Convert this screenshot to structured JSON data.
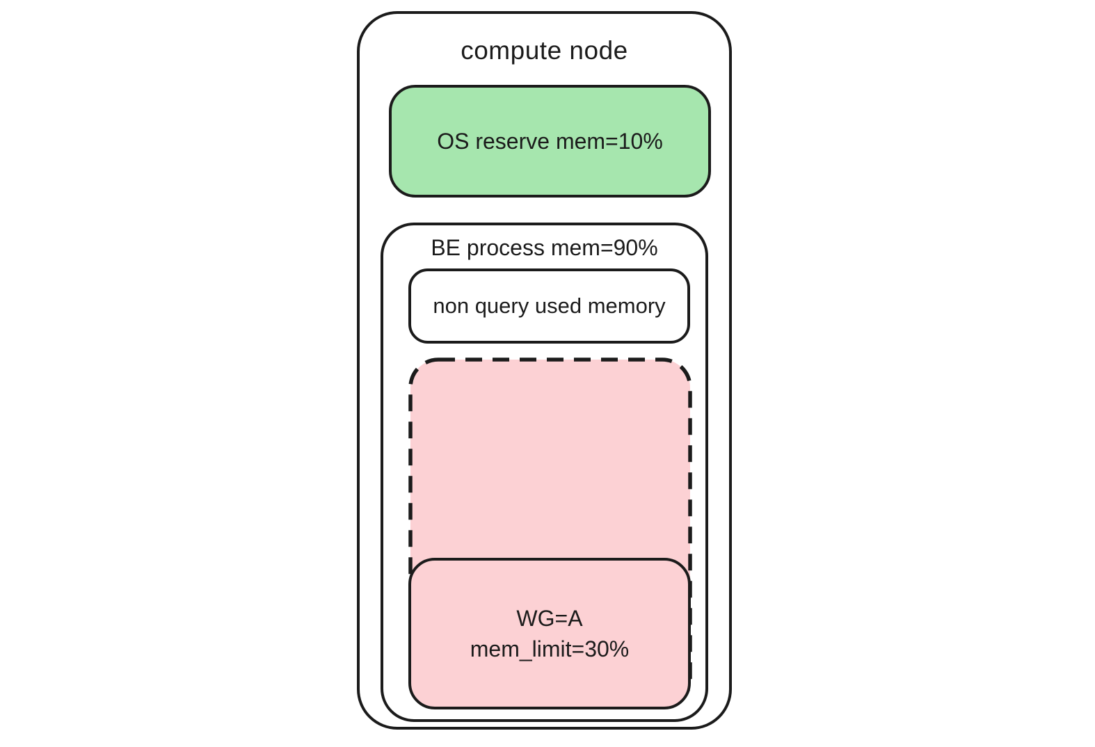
{
  "diagram": {
    "title": "compute node",
    "os_box": {
      "label": "OS reserve mem=10%"
    },
    "be_box": {
      "label": "BE process mem=90%"
    },
    "non_query_box": {
      "label": "non query used memory"
    },
    "query_pool_box": {
      "label": ""
    },
    "wg_box": {
      "label": "WG=A\nmem_limit=30%"
    }
  },
  "colors": {
    "border": "#1b1b1b",
    "green_fill": "#a6e6ae",
    "pink_fill": "#fcd1d4",
    "background": "#ffffff"
  }
}
